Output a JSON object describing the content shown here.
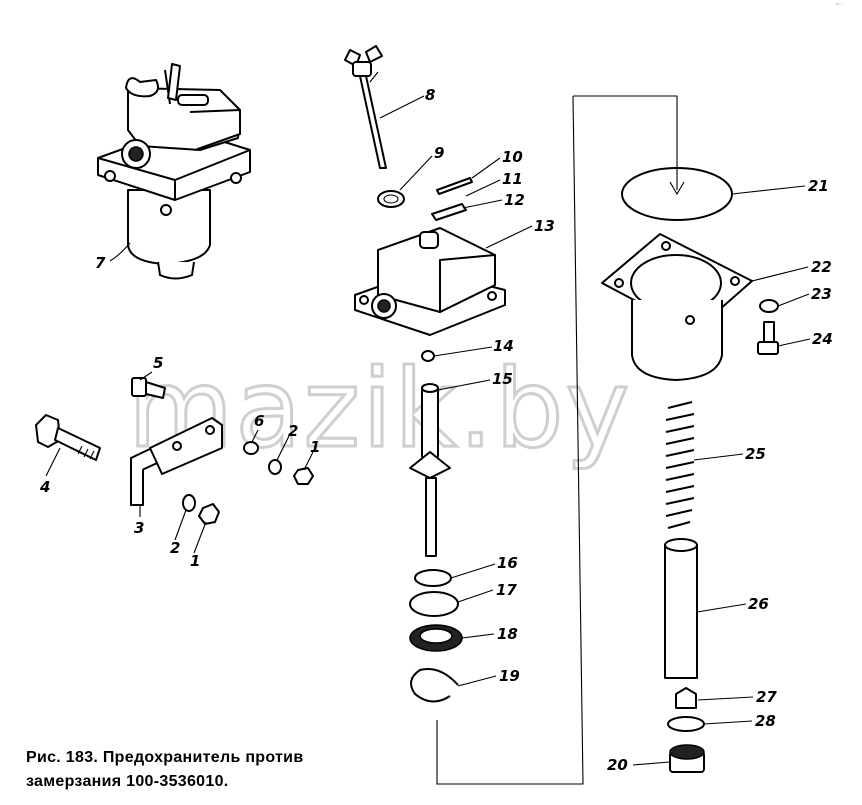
{
  "caption": {
    "line1": "Рис. 183. Предохранитель против",
    "line2": "замерзания 100-3536010."
  },
  "watermark": "mazik.by",
  "corner_mark": "ⁿ··",
  "callouts": {
    "p1a": "1",
    "p1b": "1",
    "p2a": "2",
    "p2b": "2",
    "p3": "3",
    "p4": "4",
    "p5": "5",
    "p6": "6",
    "p7": "7",
    "p8": "8",
    "p9": "9",
    "p10": "10",
    "p11": "11",
    "p12": "12",
    "p13": "13",
    "p14": "14",
    "p15": "15",
    "p16": "16",
    "p17": "17",
    "p18": "18",
    "p19": "19",
    "p20": "20",
    "p21": "21",
    "p22": "22",
    "p23": "23",
    "p24": "24",
    "p25": "25",
    "p26": "26",
    "p27": "27",
    "p28": "28"
  }
}
